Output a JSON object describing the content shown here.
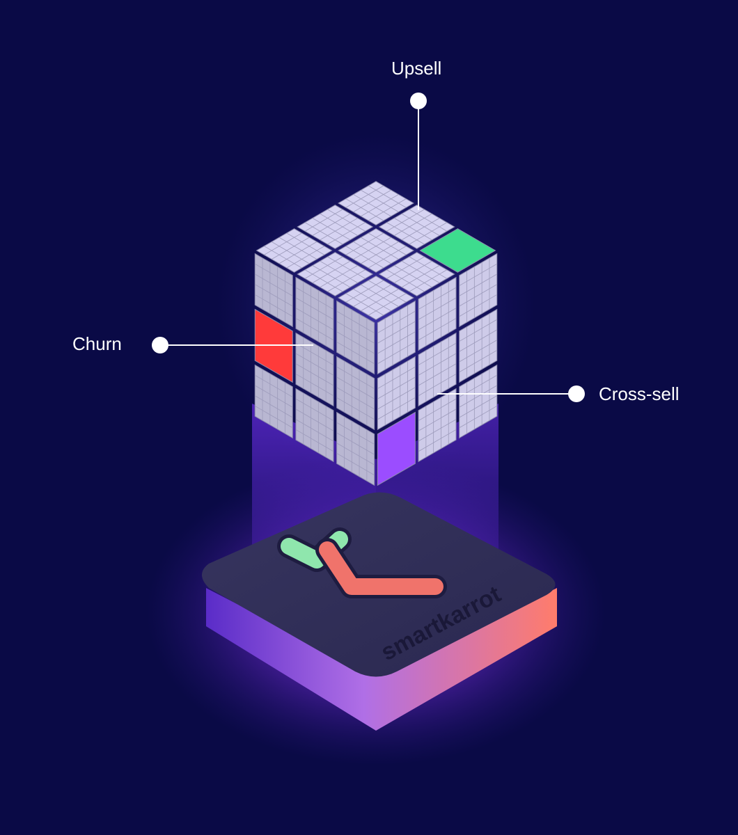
{
  "callouts": {
    "upsell": "Upsell",
    "churn": "Churn",
    "cross_sell": "Cross-sell"
  },
  "logo": {
    "wordmark": "smartkarrot"
  },
  "colors": {
    "background": "#0a0a46",
    "cube_top": "#d6d3f2",
    "cube_left": "#b9b7d2",
    "cube_right": "#cecbe9",
    "upsell_cell": "#3ddc8e",
    "churn_cell": "#ff3a3a",
    "cross_sell_cell": "#9b4dff",
    "platform_top": "#2e2c55",
    "platform_edge_left": "#7e3fd6",
    "platform_edge_right": "#ff7c6b",
    "logo_green": "#8fe6ad",
    "logo_coral": "#f0736b"
  }
}
